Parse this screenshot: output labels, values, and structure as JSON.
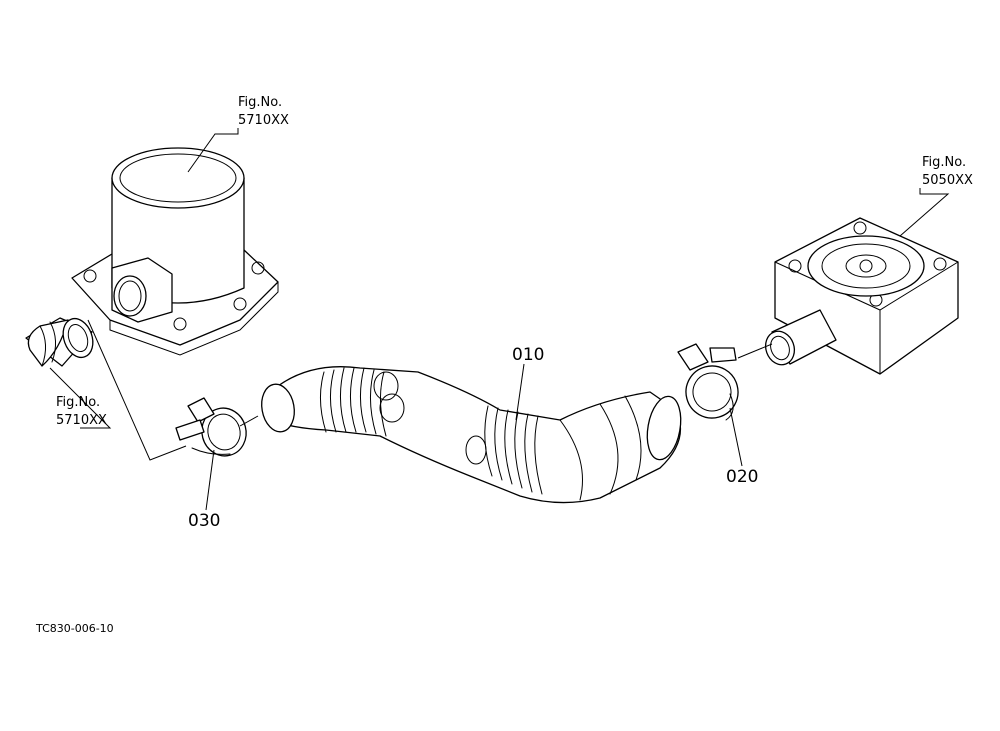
{
  "callouts": {
    "hose": "010",
    "clamp_right": "020",
    "clamp_left": "030"
  },
  "fig_refs": {
    "top_left": {
      "label": "Fig.No.",
      "number": "5710XX"
    },
    "right": {
      "label": "Fig.No.",
      "number": "5050XX"
    },
    "left": {
      "label": "Fig.No.",
      "number": "5710XX"
    }
  },
  "drawing_code": "TC830-006-10"
}
